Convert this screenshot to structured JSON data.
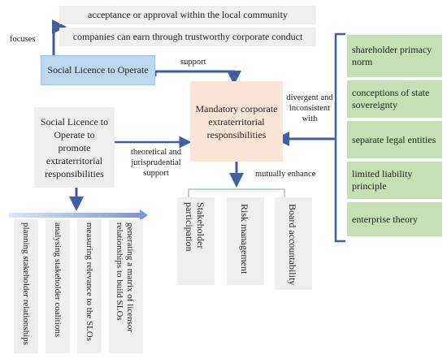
{
  "top_boxes": [
    "acceptance or approval within the local community",
    "companies can earn through trustworthy corporate conduct"
  ],
  "focuses_label": "focuses",
  "slo_box": "Social Licence to Operate",
  "support_label": "support",
  "center_box": "Mandatory corporate extraterritorial responsibilities",
  "slo_promote_box": "Social Licence to Operate to promote extraterritorial responsibilities",
  "theoretical_label": "theoretical and jurisprudential support",
  "divergent_label": "divergent and inconsistent with",
  "mutually_label": "mutually enhance",
  "right_boxes": [
    "shareholder primacy norm",
    "conceptions of state sovereignty",
    "separate legal entities",
    "limited liability principle",
    "enterprise theory"
  ],
  "bottom_left_items": [
    "planning stakeholder relationships",
    "analysing stakeholder coalitions",
    "measuring relevance to the SLOs",
    "generating a matrix of licensor relationships to build SLOs"
  ],
  "bottom_middle_items": [
    "Stakeholder participation",
    "Risk management",
    "Board accountability"
  ],
  "colors": {
    "arrow": "#3f5fa0",
    "blue_box": "#bdd7ee",
    "peach_box": "#fbe5d6",
    "green_box": "#c5e0b4",
    "grey_box": "#efefef"
  }
}
